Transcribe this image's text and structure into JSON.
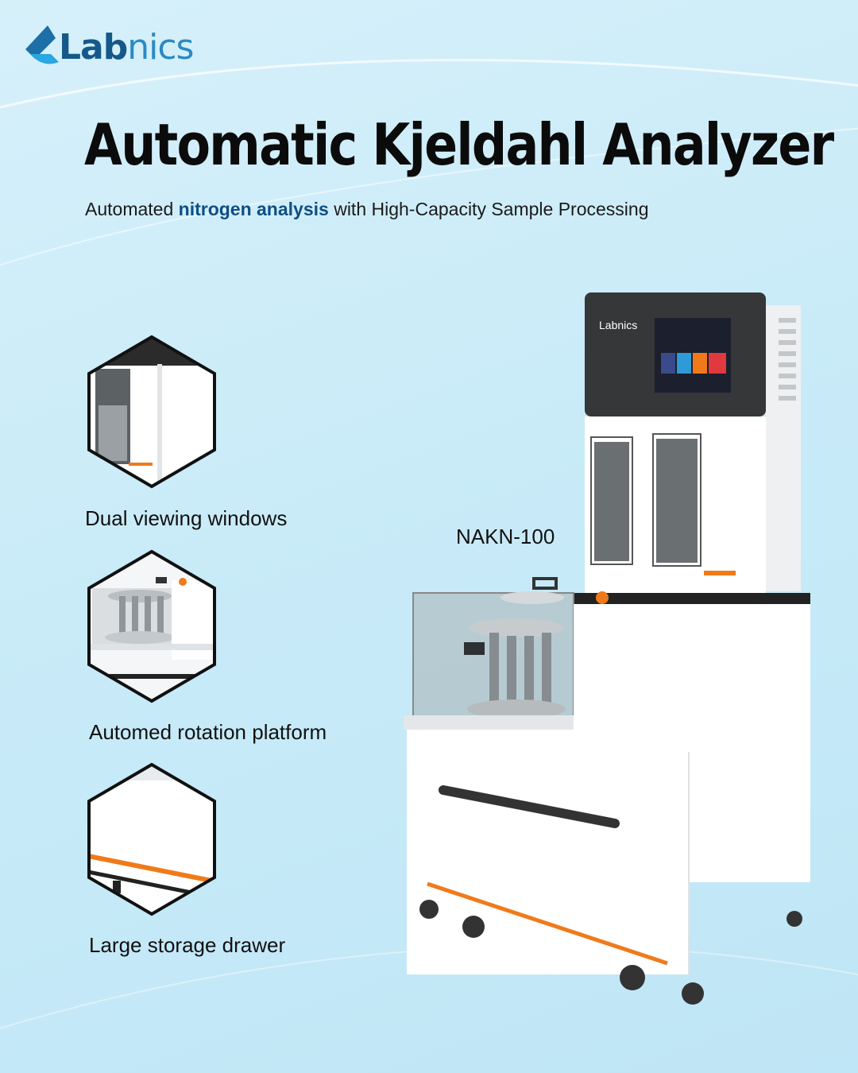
{
  "brand": {
    "name_bold": "Lab",
    "name_light": "nics",
    "mini_logo": "Labnics"
  },
  "title": "Automatic Kjeldahl Analyzer",
  "subtitle": {
    "before": "Automated ",
    "highlight": "nitrogen analysis",
    "after": " with High-Capacity Sample Processing"
  },
  "features": [
    {
      "label": "Dual viewing windows",
      "icon": "dual-window-closeup"
    },
    {
      "label": "Automed rotation platform",
      "icon": "rotation-platform-closeup"
    },
    {
      "label": "Large storage drawer",
      "icon": "storage-drawer-closeup"
    }
  ],
  "product": {
    "model": "NAKN-100"
  },
  "colors": {
    "brand_blue": "#1d6fa8",
    "accent_orange": "#f07a1a",
    "highlight": "#0e4f84"
  }
}
